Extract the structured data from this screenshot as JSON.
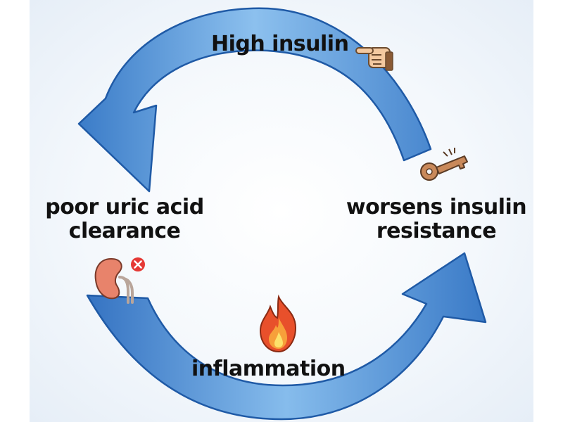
{
  "cycle": {
    "nodes": [
      {
        "id": "top",
        "text": "High insulin",
        "icon": "pointing-hand-icon"
      },
      {
        "id": "right",
        "line1": "worsens insulin",
        "line2": "resistance",
        "icon": "key-icon"
      },
      {
        "id": "bottom",
        "text": "inflammation",
        "icon": "fire-icon"
      },
      {
        "id": "left",
        "line1": "poor uric acid",
        "line2": "clearance",
        "icon": "kidney-error-icon"
      }
    ]
  },
  "colors": {
    "arrow_light": "#7fb6ea",
    "arrow_dark": "#2f6fbe",
    "arrow_edge": "#1f5aa6",
    "text": "#111111",
    "fire": "#e8502b",
    "kidney": "#e8836b",
    "error_badge": "#e53935"
  }
}
